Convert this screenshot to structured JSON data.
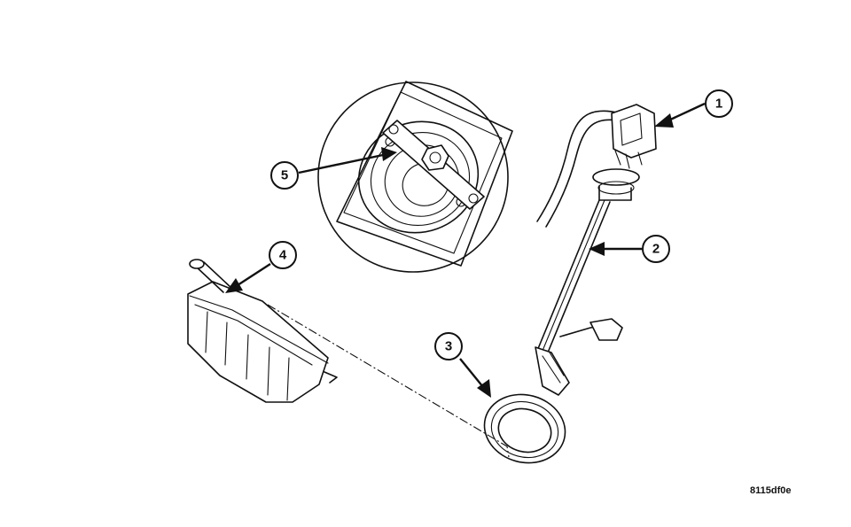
{
  "callouts": [
    {
      "id": "callout-1",
      "label": "1"
    },
    {
      "id": "callout-2",
      "label": "2"
    },
    {
      "id": "callout-3",
      "label": "3"
    },
    {
      "id": "callout-4",
      "label": "4"
    },
    {
      "id": "callout-5",
      "label": "5"
    }
  ],
  "figure_id": "8115df0e",
  "colors": {
    "line": "#111111",
    "background": "#ffffff"
  }
}
